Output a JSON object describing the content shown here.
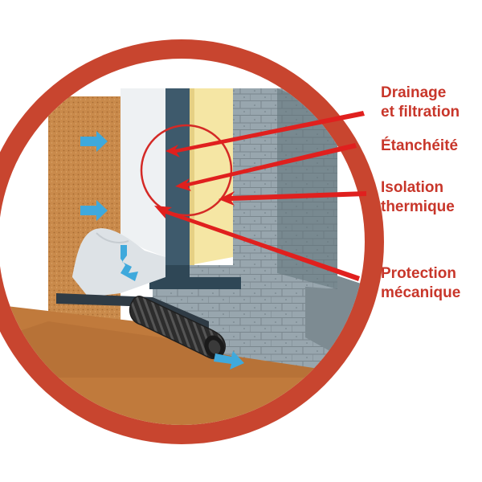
{
  "labels": {
    "drainage": [
      "Drainage",
      "et filtration"
    ],
    "etancheite": [
      "Étanchéité"
    ],
    "isolation": [
      "Isolation",
      "thermique"
    ],
    "protection": [
      "Protection",
      "mécanique"
    ]
  },
  "colors": {
    "ring": "#c8452f",
    "label_text": "#c8362a",
    "pointer_arrow": "#e0201e",
    "flow_arrow": "#3fa9dc",
    "soil": "#c98a4b",
    "concrete_block": "#8f9ea6",
    "waterproofing": "#3e5a6c",
    "insulation": "#f5e6a4",
    "drain_pipe": "#3a3a3a",
    "geotextile": "#e9ecef"
  },
  "icons": [
    "flow-arrow-icon",
    "pointer-arrow-icon",
    "magnifier-circle-icon"
  ]
}
